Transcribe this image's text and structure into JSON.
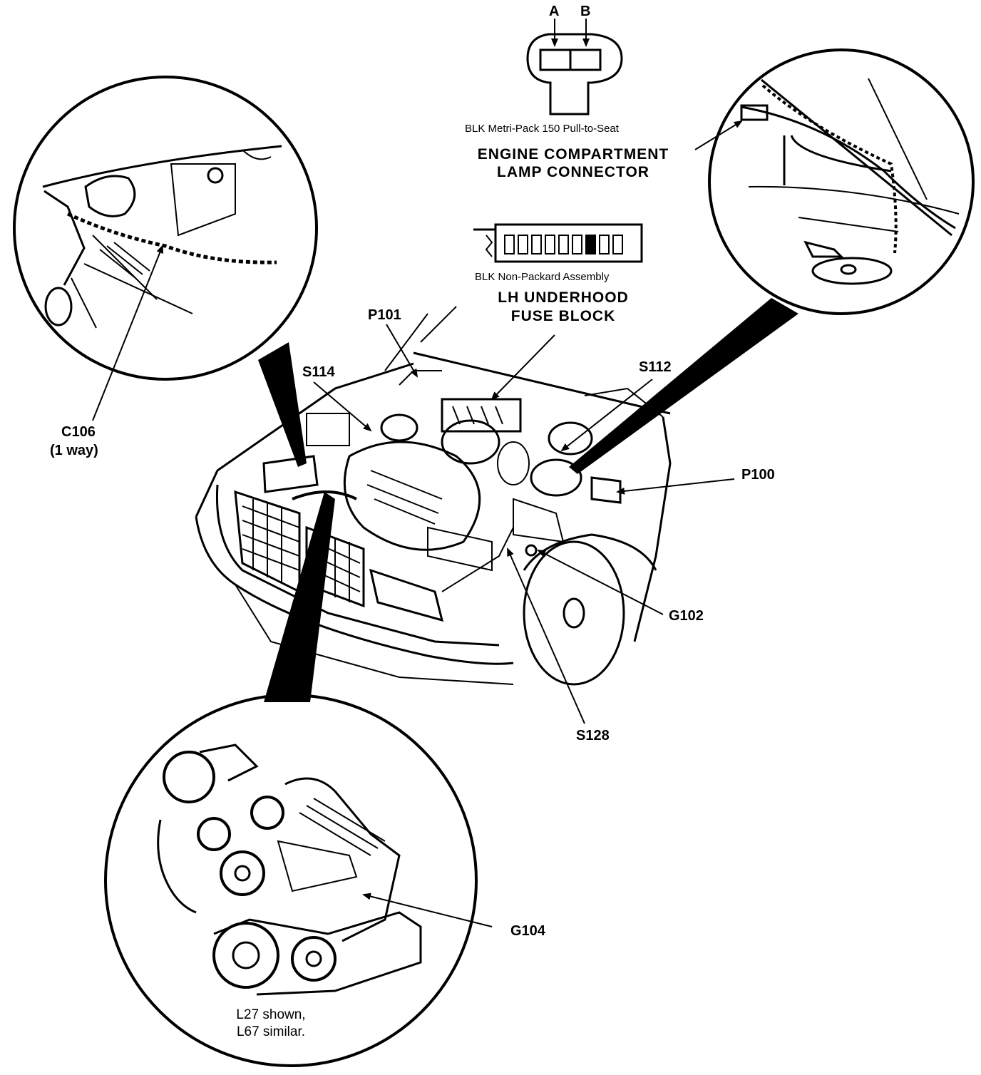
{
  "connector_pins": {
    "a": "A",
    "b": "B"
  },
  "lamp_connector": {
    "subtitle": "BLK Metri-Pack 150 Pull-to-Seat",
    "title_line1": "ENGINE COMPARTMENT",
    "title_line2": "LAMP CONNECTOR"
  },
  "fuse_block": {
    "subtitle": "BLK Non-Packard Assembly",
    "title_line1": "LH UNDERHOOD",
    "title_line2": "FUSE BLOCK"
  },
  "labels": {
    "p101": "P101",
    "s114": "S114",
    "s112": "S112",
    "c106_line1": "C106",
    "c106_line2": "(1 way)",
    "p100": "P100",
    "g102": "G102",
    "s128": "S128",
    "g104": "G104"
  },
  "engine_caption": {
    "line1": "L27 shown,",
    "line2": "L67 similar."
  }
}
